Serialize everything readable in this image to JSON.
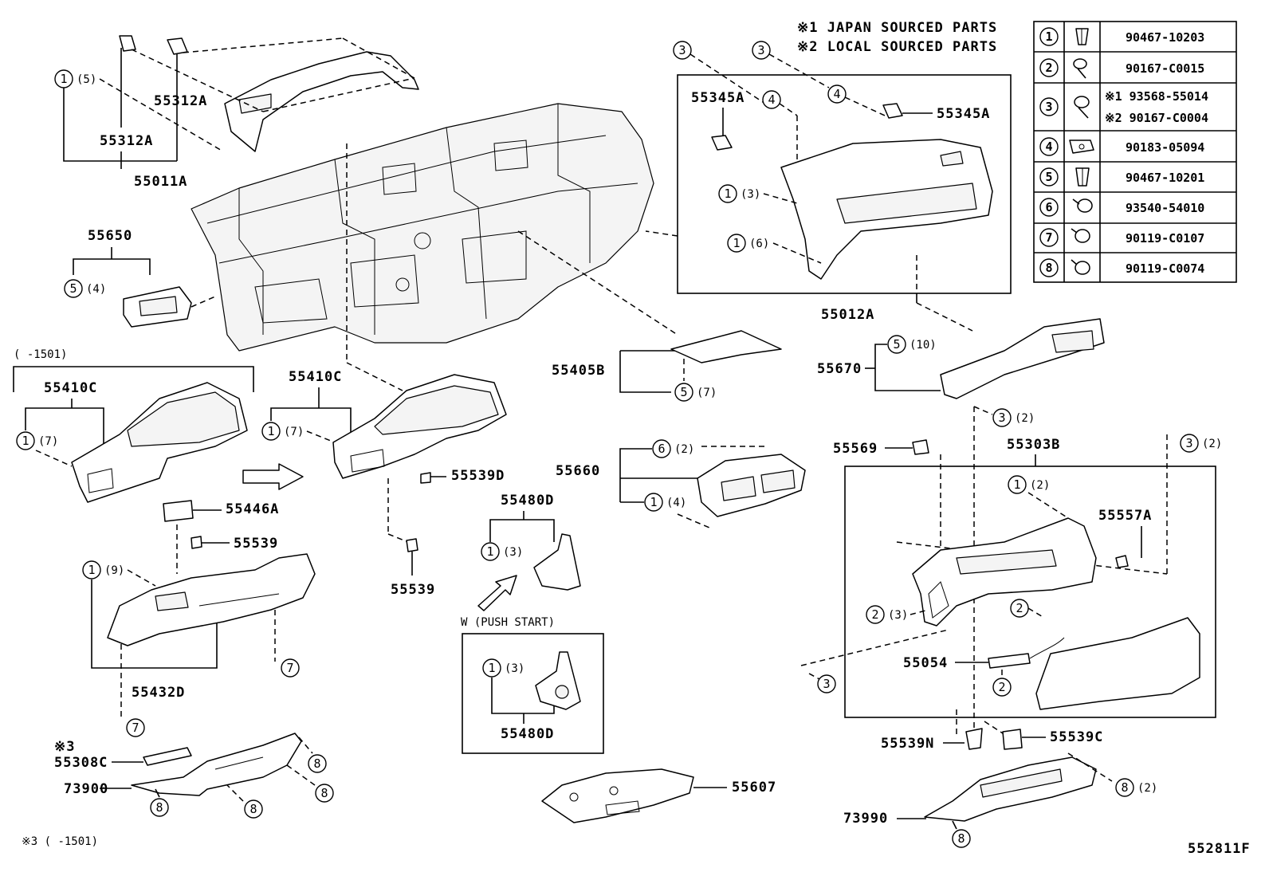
{
  "notes": {
    "n1": "※1 JAPAN SOURCED PARTS",
    "n2": "※2 LOCAL SOURCED PARTS",
    "n3_mark": "※3",
    "n3_footer": "※3 (     -1501)",
    "early_range": "(     -1501)",
    "push_start": "W (PUSH START)",
    "diagram_code": "552811F"
  },
  "parts": {
    "p55312A_a": "55312A",
    "p55312A_b": "55312A",
    "p55011A": "55011A",
    "p55650": "55650",
    "p55410C_a": "55410C",
    "p55410C_b": "55410C",
    "p55446A": "55446A",
    "p55539_a": "55539",
    "p55539_b": "55539",
    "p55539D": "55539D",
    "p55432D": "55432D",
    "p55308C": "55308C",
    "p73900": "73900",
    "p55405B": "55405B",
    "p55660": "55660",
    "p55480D_a": "55480D",
    "p55480D_b": "55480D",
    "p55607": "55607",
    "p55345A_a": "55345A",
    "p55345A_b": "55345A",
    "p55012A": "55012A",
    "p55670": "55670",
    "p55569": "55569",
    "p55303B": "55303B",
    "p55557A": "55557A",
    "p55054": "55054",
    "p55539N": "55539N",
    "p55539C": "55539C",
    "p73990": "73990"
  },
  "qty": {
    "q5": "(5)",
    "q4a": "(4)",
    "q7a": "(7)",
    "q7b": "(7)",
    "q9": "(9)",
    "q3a": "(3)",
    "q3b": "(3)",
    "q2a": "(2)",
    "q4b": "(4)",
    "q7c": "(7)",
    "q10": "(10)",
    "q3c": "(3)",
    "q6": "(6)",
    "q2b": "(2)",
    "q2c": "(2)",
    "q2d": "(2)",
    "q3d": "(3)",
    "q2e": "(2)"
  },
  "fastener_table": [
    {
      "num": "1",
      "part": "90467-10203",
      "icon": "clip-icon"
    },
    {
      "num": "2",
      "part": "90167-C0015",
      "icon": "screw-icon"
    },
    {
      "num": "3",
      "part": "※1 93568-55014",
      "part2": "※2 90167-C0004",
      "icon": "screw-icon"
    },
    {
      "num": "4",
      "part": "90183-05094",
      "icon": "nut-clip-icon"
    },
    {
      "num": "5",
      "part": "90467-10201",
      "icon": "clip-icon"
    },
    {
      "num": "6",
      "part": "93540-54010",
      "icon": "screw-icon"
    },
    {
      "num": "7",
      "part": "90119-C0107",
      "icon": "bolt-icon"
    },
    {
      "num": "8",
      "part": "90119-C0074",
      "icon": "bolt-icon"
    }
  ]
}
